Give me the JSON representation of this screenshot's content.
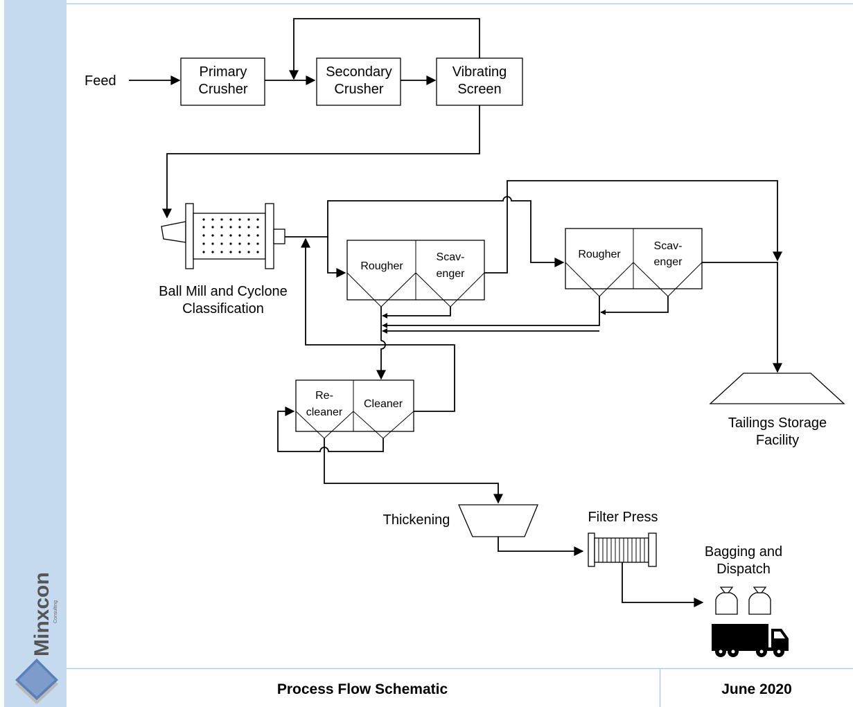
{
  "brand": {
    "name": "Minxcon",
    "tagline": "Consulting"
  },
  "diagram": {
    "feed": "Feed",
    "primary_crusher": [
      "Primary",
      "Crusher"
    ],
    "secondary_crusher": [
      "Secondary",
      "Crusher"
    ],
    "vibrating_screen": [
      "Vibrating",
      "Screen"
    ],
    "ball_mill": [
      "Ball Mill and Cyclone",
      "Classification"
    ],
    "flotation_bank_1": {
      "rougher": "Rougher",
      "scavenger": [
        "Scav-",
        "enger"
      ]
    },
    "flotation_bank_2": {
      "rougher": "Rougher",
      "scavenger": [
        "Scav-",
        "enger"
      ]
    },
    "cleaning": {
      "recleaner": [
        "Re-",
        "cleaner"
      ],
      "cleaner": "Cleaner"
    },
    "tailings": [
      "Tailings Storage",
      "Facility"
    ],
    "thickening": "Thickening",
    "filter_press": "Filter Press",
    "bagging": [
      "Bagging and",
      "Dispatch"
    ]
  },
  "footer": {
    "title": "Process Flow Schematic",
    "date": "June 2020"
  },
  "colors": {
    "sidebar": "#c5d9ef",
    "rule": "#b5cce6",
    "logo_top": "#5b7fb8",
    "logo_side": "#b9b9b9",
    "brand_text": "#555555"
  },
  "icons": [
    "ball-mill-icon",
    "thickener-icon",
    "filter-press-icon",
    "bag-icon",
    "truck-icon",
    "tailings-pile-icon",
    "minxcon-logo-icon"
  ]
}
